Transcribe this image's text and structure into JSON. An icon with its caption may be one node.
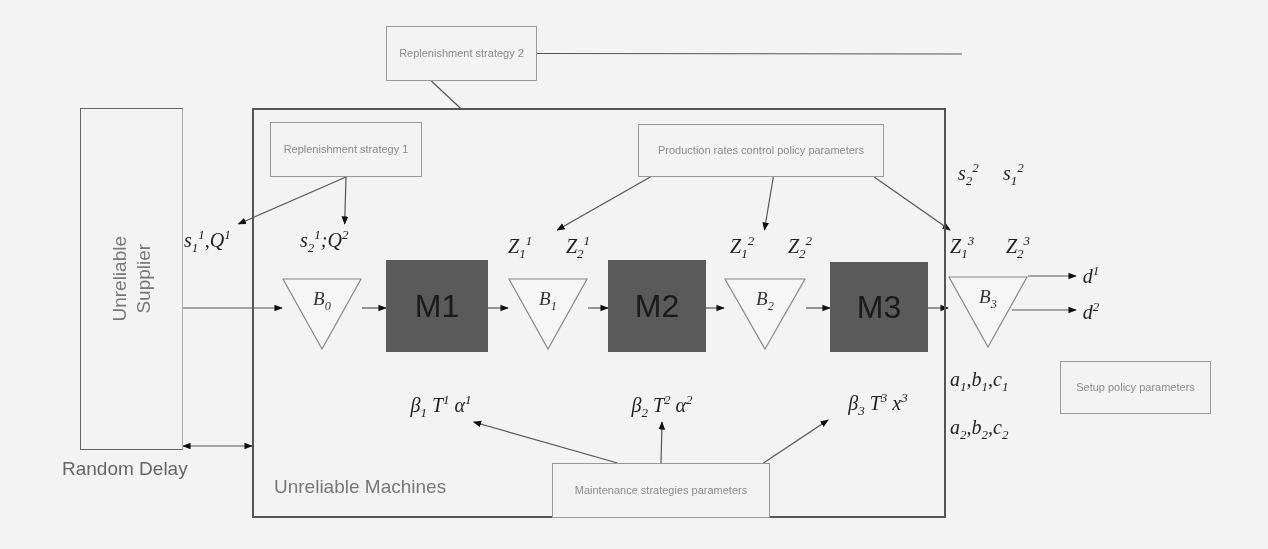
{
  "diagram": {
    "nodes": [
      {
        "text": [
          "Unreliable Machines"
        ]
      },
      {
        "text": [
          "Replenishment strategy 2"
        ]
      },
      {
        "text": [
          "Unreliable Supplier"
        ]
      },
      {
        "text": [
          "Replenishment strategy 1"
        ],
        "in": 0
      },
      {
        "text": [
          "Production rates control policy parameters"
        ],
        "in": 0
      },
      {
        "text": [
          "s$_{1}$$^{1}$,Q$^{1}$"
        ]
      },
      {
        "text": [
          "s$_{2}$$^{1}$;Q$^{2}$"
        ],
        "in": 0
      },
      {
        "text": [
          "Z$_{1}$$^{1}$",
          "Z$_{2}$$^{1}$"
        ],
        "in": 0
      },
      {
        "text": [
          "Z$_{1}$$^{2}$",
          "Z$_{2}$$^{2}$"
        ],
        "in": 0
      },
      {
        "text": [
          "Z$_{1}$$^{3}$",
          "Z$_{2}$$^{3}$"
        ]
      },
      {
        "text": [
          "B$_{0}$"
        ],
        "in": 0
      },
      {
        "text": [
          "M1"
        ],
        "in": 0
      },
      {
        "text": [
          "B$_{1}$"
        ],
        "in": 0
      },
      {
        "text": [
          "M2"
        ],
        "in": 0
      },
      {
        "text": [
          "B$_{2}$"
        ],
        "in": 0
      },
      {
        "text": [
          "M3"
        ],
        "in": 0
      },
      {
        "text": [
          "B$_{3}$"
        ]
      },
      {
        "text": [
          "d$^{1}$"
        ]
      },
      {
        "text": [
          "d$^{2}$"
        ]
      },
      {
        "text": [
          "β$_{1}$ T$^{1}$ α$^{1}$"
        ],
        "in": 0
      },
      {
        "text": [
          "β$_{2}$ T$^{2}$ α$^{2}$"
        ],
        "in": 0
      },
      {
        "text": [
          "β$_{3}$ T$^{3}$ x$^{3}$"
        ],
        "in": 0
      },
      {
        "text": [
          "Maintenance strategies parameters"
        ],
        "in": 0
      },
      {
        "text": [
          "Setup policy parameters"
        ]
      }
    ],
    "edges": [
      {
        "from": 1,
        "to": 0,
        "arrow": "none"
      },
      {
        "from": 1,
        "to": null,
        "arrow": "none"
      },
      {
        "from": 3,
        "to": 5,
        "arrow": "to"
      },
      {
        "from": 3,
        "to": 6,
        "arrow": "to"
      },
      {
        "from": 4,
        "to": 7,
        "arrow": "to"
      },
      {
        "from": 4,
        "to": 8,
        "arrow": "to"
      },
      {
        "from": 4,
        "to": 9,
        "arrow": "to"
      },
      {
        "from": 2,
        "to": 10,
        "arrow": "to"
      },
      {
        "from": 10,
        "to": 11,
        "arrow": "to"
      },
      {
        "from": 11,
        "to": 12,
        "arrow": "to"
      },
      {
        "from": 12,
        "to": 13,
        "arrow": "to"
      },
      {
        "from": 13,
        "to": 14,
        "arrow": "to"
      },
      {
        "from": 14,
        "to": 15,
        "arrow": "to"
      },
      {
        "from": 15,
        "to": 16,
        "arrow": "to"
      },
      {
        "from": 16,
        "to": 17,
        "arrow": "to"
      },
      {
        "from": 16,
        "to": 18,
        "arrow": "to"
      },
      {
        "from": 22,
        "to": 19,
        "arrow": "to"
      },
      {
        "from": 22,
        "to": 20,
        "arrow": "to"
      },
      {
        "from": 22,
        "to": 21,
        "arrow": "to"
      },
      {
        "from": 2,
        "to": 0,
        "arrow": "both"
      }
    ],
    "labels": [
      "Random Delay",
      "s$_{2}$$^{2}$",
      "s$_{1}$$^{2}$",
      "a$_{1}$,b$_{1}$,c$_{1}$",
      "a$_{2}$,b$_{2}$,c$_{2}$"
    ]
  }
}
